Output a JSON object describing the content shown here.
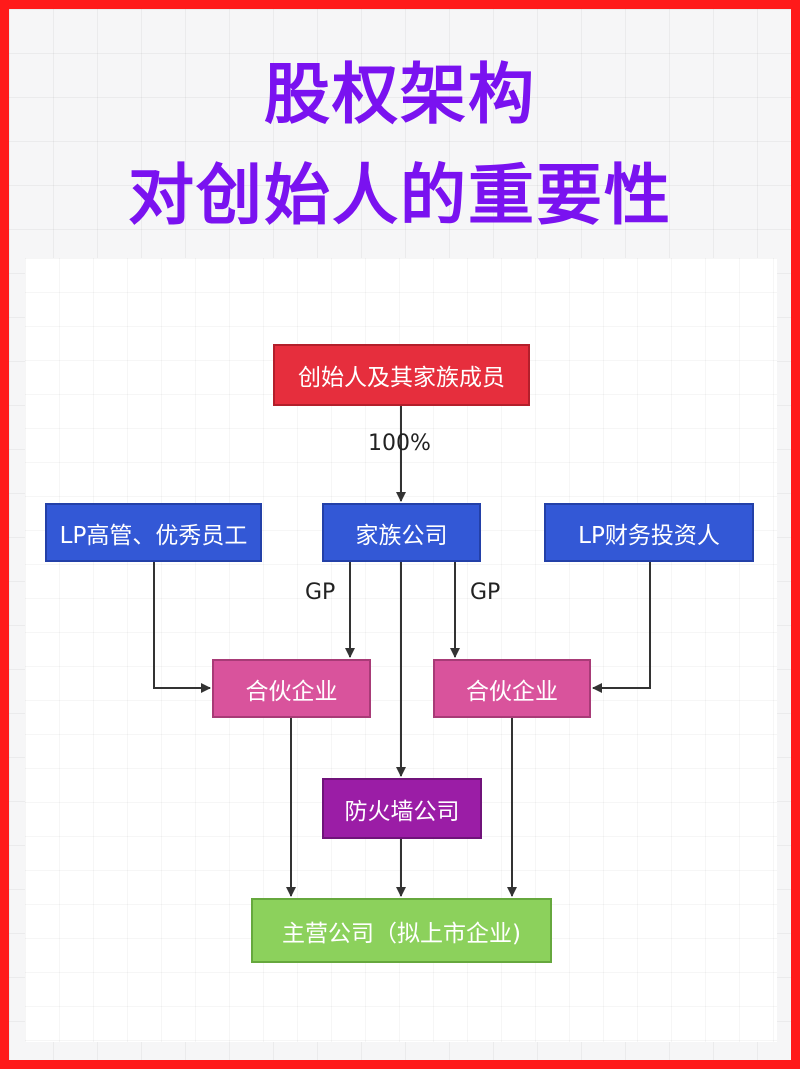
{
  "title": {
    "line1": "股权架构",
    "line2": "对创始人的重要性"
  },
  "nodes": {
    "founder": "创始人及其家族成员",
    "lp_left": "LP高管、优秀员工",
    "family_company": "家族公司",
    "lp_right": "LP财务投资人",
    "partnership_left": "合伙企业",
    "partnership_right": "合伙企业",
    "firewall_company": "防火墙公司",
    "main_company": "主营公司（拟上市企业)"
  },
  "edge_labels": {
    "founder_to_family": "100%",
    "gp_left": "GP",
    "gp_right": "GP"
  },
  "colors": {
    "border": "#ff1a1a",
    "title": "#7a12f0",
    "founder_box": "#e62e3d",
    "blue_box": "#3358d6",
    "pink_box": "#d9539c",
    "purple_box": "#9b1da6",
    "green_box": "#8cd15c"
  }
}
